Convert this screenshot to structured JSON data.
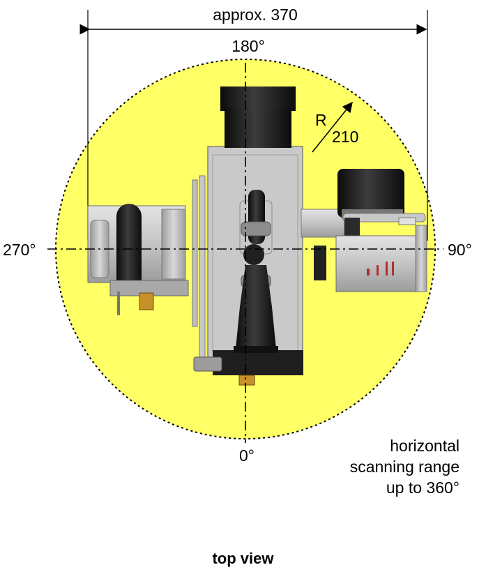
{
  "dimension": {
    "width_label": "approx. 370",
    "radius_prefix": "R",
    "radius_value": "210"
  },
  "angles": {
    "top": "180°",
    "bottom": "0°",
    "left": "270°",
    "right": "90°"
  },
  "note": {
    "line1": "horizontal",
    "line2": "scanning range",
    "line3": "up to 360°"
  },
  "caption": "top view",
  "colors": {
    "range_fill": "#ffff66",
    "device_metal": "#b8b8b8",
    "device_dark": "#1a1a1a"
  }
}
